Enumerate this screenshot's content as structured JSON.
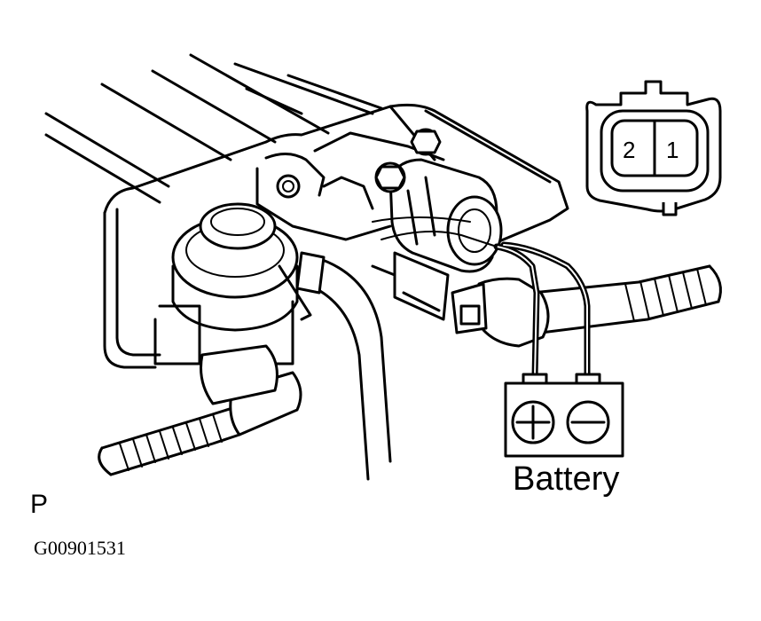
{
  "labels": {
    "battery": "Battery",
    "view_marker": "P",
    "figure_code": "G00901531"
  },
  "connector": {
    "pins": [
      "2",
      "1"
    ]
  },
  "battery_terminals": {
    "positive_icon": "plus-terminal-icon",
    "negative_icon": "minus-terminal-icon"
  },
  "colors": {
    "line": "#000000",
    "background": "#ffffff"
  }
}
